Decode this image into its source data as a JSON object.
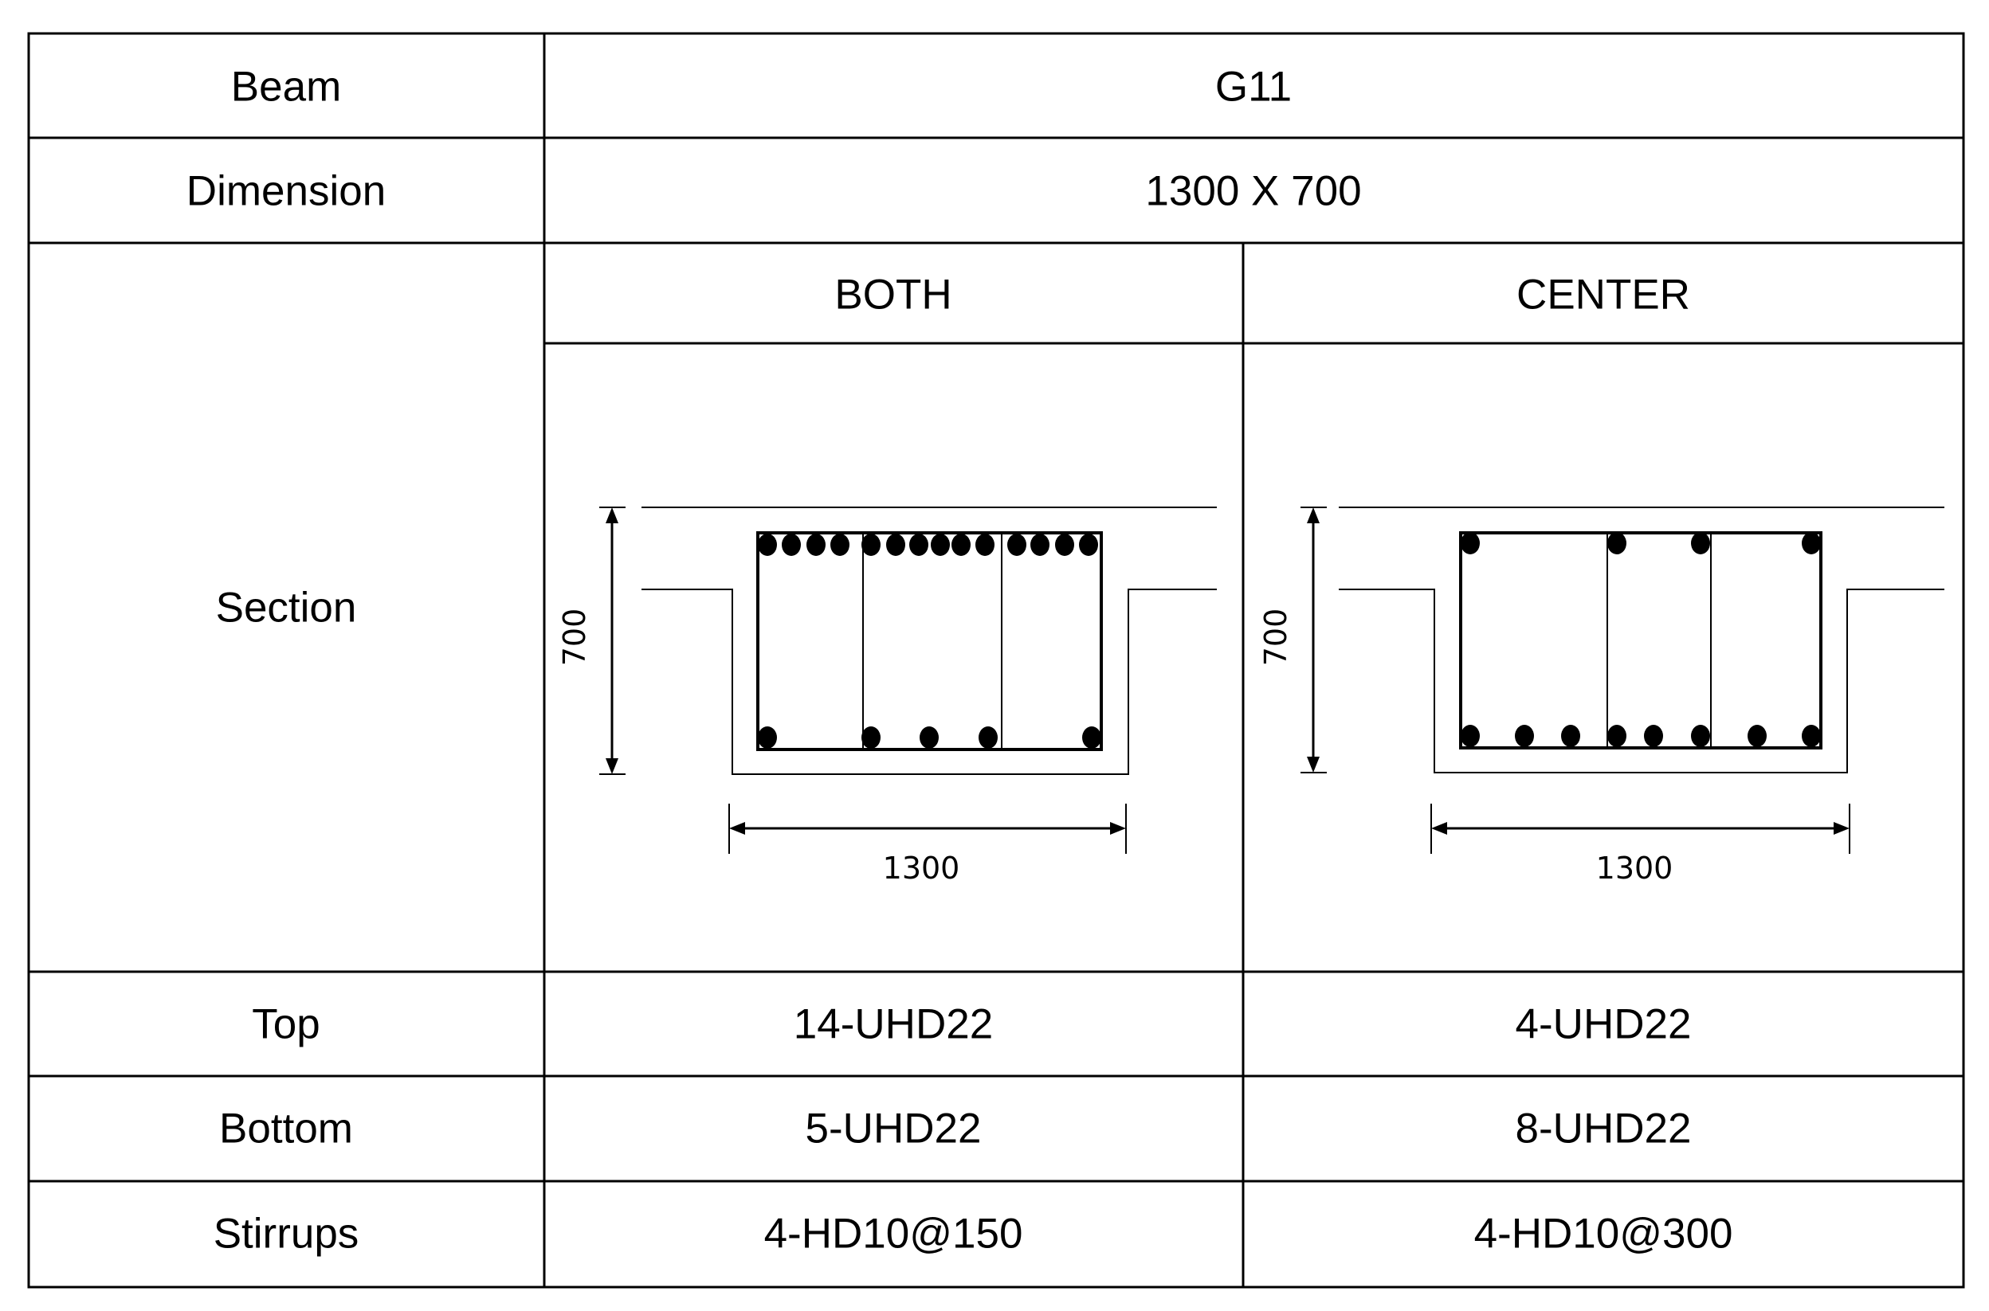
{
  "table": {
    "beam_label": "Beam",
    "beam_value": "G11",
    "dimension_label": "Dimension",
    "dimension_value": "1300 X 700",
    "section_label": "Section",
    "col_both": "BOTH",
    "col_center": "CENTER",
    "top_label": "Top",
    "top_both": "14-UHD22",
    "top_center": "4-UHD22",
    "bottom_label": "Bottom",
    "bottom_both": "5-UHD22",
    "bottom_center": "8-UHD22",
    "stirrups_label": "Stirrups",
    "stirrups_both": "4-HD10@150",
    "stirrups_center": "4-HD10@300"
  },
  "sections": {
    "both": {
      "height_dim": "700",
      "width_dim": "1300",
      "top_bars": 14,
      "bottom_bars": 5,
      "stirrup_legs": 4
    },
    "center": {
      "height_dim": "700",
      "width_dim": "1300",
      "top_bars": 4,
      "bottom_bars": 8,
      "stirrup_legs": 4
    }
  }
}
